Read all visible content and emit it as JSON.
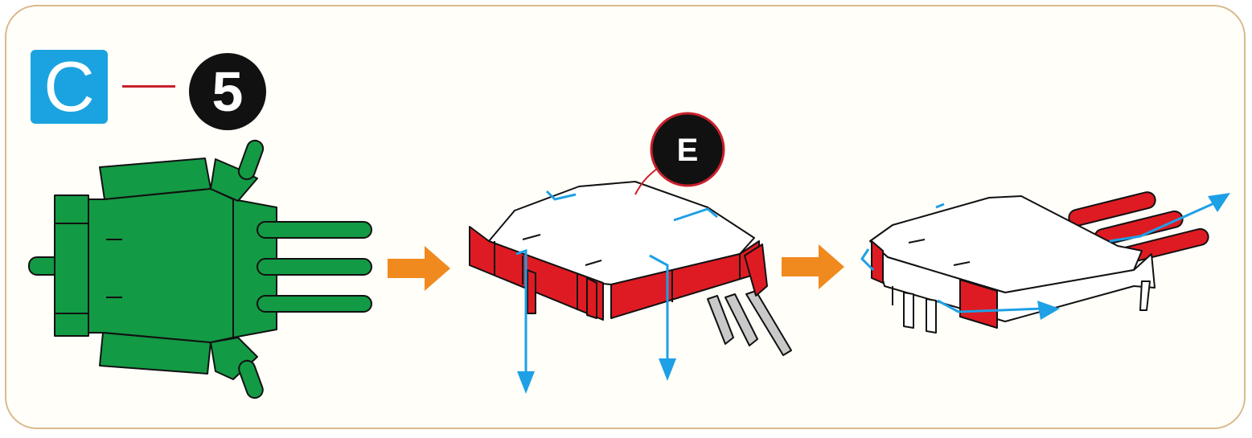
{
  "step": {
    "section_letter": "C",
    "step_number": "5"
  },
  "callout": {
    "label": "E"
  },
  "colors": {
    "section_badge": "#1aa3e0",
    "step_badge": "#111111",
    "part_green": "#139a44",
    "fold_red": "#de1b23",
    "arrow_orange": "#f08a1e",
    "guide_blue": "#1ea0e6",
    "frame_border": "#d9b98a",
    "peg_gray": "#c9c9c9"
  },
  "icons": [
    "arrow-right-icon",
    "arrow-right-icon",
    "fold-down-arrow-icon",
    "slide-arrow-icon"
  ]
}
